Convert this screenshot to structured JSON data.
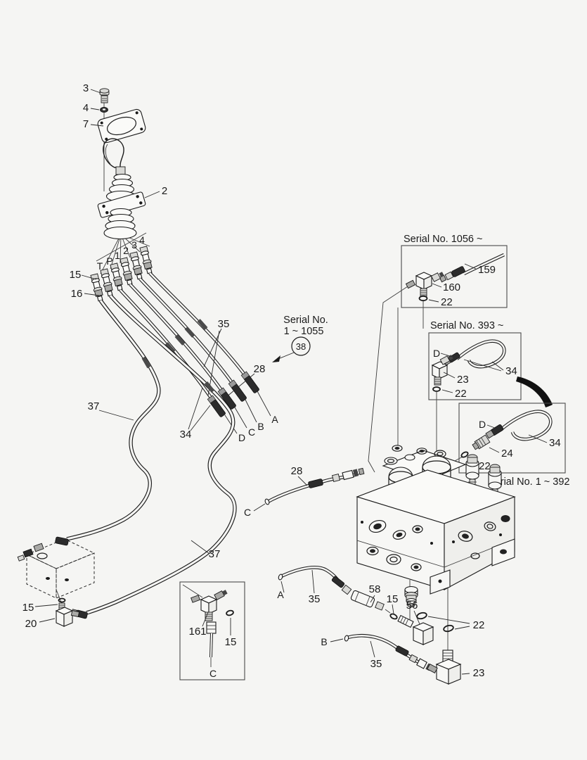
{
  "colors": {
    "background": "#f5f5f3",
    "ink": "#1a1a1a"
  },
  "joystick": {
    "bolt_label": "3",
    "washer_label": "4",
    "plate_label": "7",
    "assembly_label": "2"
  },
  "pilot_ports": {
    "t": "T",
    "p": "P",
    "n1": "1",
    "n2": "2",
    "n3": "3",
    "n4": "4",
    "oring_label": "15",
    "fitting_label": "16"
  },
  "hose_bundle": {
    "hoses_label": "35",
    "hose_28_label": "28",
    "ends_label": "34",
    "long_hose_upper_label": "37",
    "long_hose_lower_label": "37",
    "end_d": "D",
    "end_c": "C",
    "end_b": "B",
    "end_a": "A"
  },
  "serial_note": {
    "line1": "Serial No.",
    "line2": "1 ~ 1055",
    "balloon": "38"
  },
  "box_serial_1056": {
    "title": "Serial No. 1056 ~",
    "hose": "159",
    "tee": "160",
    "oring": "22"
  },
  "box_serial_393": {
    "title": "Serial No. 393 ~",
    "port": "D",
    "hose": "34",
    "elbow": "23",
    "oring": "22"
  },
  "box_serial_392": {
    "caption": "Serial No. 1 ~ 392",
    "port": "D",
    "hose": "34",
    "adapter": "24",
    "oring": "22"
  },
  "hose_c": {
    "label": "28",
    "port": "C"
  },
  "shuttle_block": {
    "oring_label": "15",
    "elbow_label": "20"
  },
  "box_tee_161": {
    "tee": "161",
    "oring": "15",
    "port": "C"
  },
  "valve_lines": {
    "hose_a_port": "A",
    "hose_a_label": "35",
    "connector": "58",
    "oring_small": "15",
    "elbow_56": "56",
    "orings": "22",
    "hose_b_port": "B",
    "hose_b_label": "35",
    "elbow_23": "23"
  }
}
